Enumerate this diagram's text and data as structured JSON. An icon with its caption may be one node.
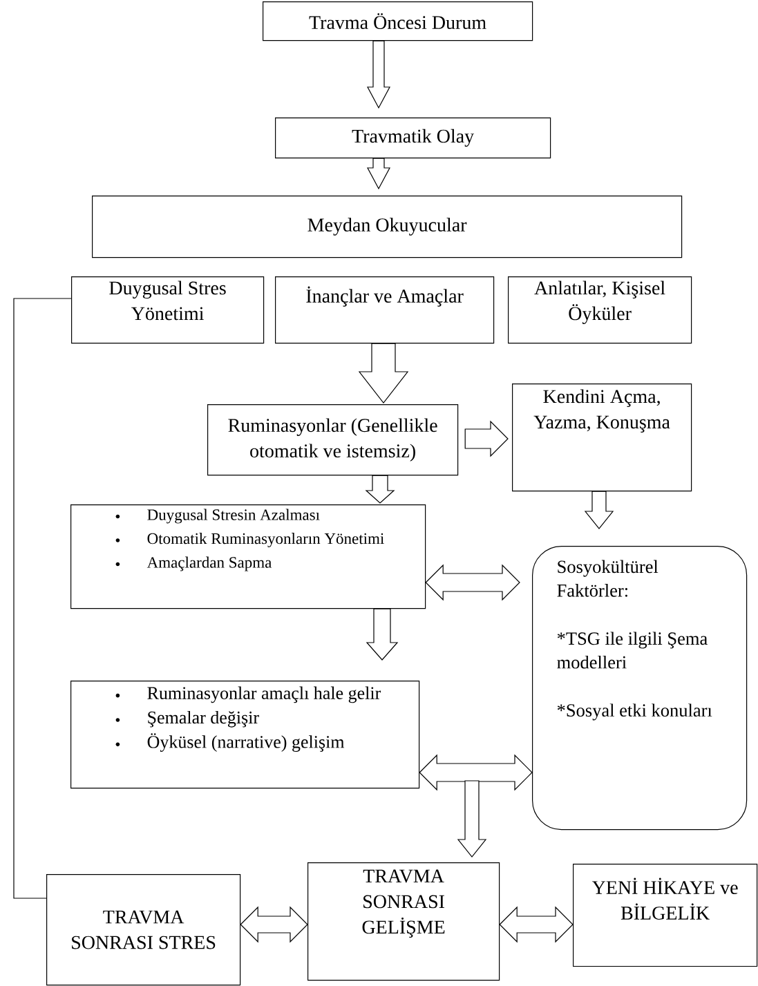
{
  "diagram": {
    "nodes": [
      {
        "text": [
          "Travma Öncesi Durum"
        ]
      },
      {
        "text": [
          "Travmatik Olay"
        ]
      },
      {
        "text": [
          "Meydan Okuyucular"
        ]
      },
      {
        "text": [
          "Duygusal Stres Yönetimi"
        ]
      },
      {
        "text": [
          "İnançlar ve Amaçlar"
        ]
      },
      {
        "text": [
          "Anlatılar, Kişisel Öyküler"
        ]
      },
      {
        "text": [
          "Ruminasyonlar (Genellikle otomatik ve istemsiz)"
        ]
      },
      {
        "text": [
          "Kendini Açma, Yazma, Konuşma"
        ]
      },
      {
        "text": [
          "Duygusal Stresin Azalması",
          "Otomatik Ruminasyonların Yönetimi",
          "Amaçlardan Sapma"
        ]
      },
      {
        "text": [
          "Sosyokültürel Faktörler:",
          "*TSG ile ilgili Şema modelleri",
          "*Sosyal etki konuları"
        ]
      },
      {
        "text": [
          "Ruminasyonlar amaçlı hale gelir",
          "Şemalar değişir",
          "Öyküsel (narrative) gelişim"
        ]
      },
      {
        "text": [
          "TRAVMA SONRASI STRES"
        ]
      },
      {
        "text": [
          "TRAVMA SONRASI GELİŞME"
        ]
      },
      {
        "text": [
          "YENİ HİKAYE ve BİLGELİK"
        ]
      }
    ],
    "edges": [
      {
        "from": 0,
        "to": 1,
        "arrow": "to"
      },
      {
        "from": 1,
        "to": 2,
        "arrow": "to"
      },
      {
        "from": 4,
        "to": 6,
        "arrow": "to"
      },
      {
        "from": 6,
        "to": 7,
        "arrow": "to"
      },
      {
        "from": 6,
        "to": 8,
        "arrow": "to"
      },
      {
        "from": 7,
        "to": 9,
        "arrow": "to"
      },
      {
        "from": 8,
        "to": 9,
        "arrow": "both"
      },
      {
        "from": 8,
        "to": 10,
        "arrow": "to"
      },
      {
        "from": 10,
        "to": 9,
        "arrow": "both"
      },
      {
        "from": null,
        "to": 12,
        "arrow": "to"
      },
      {
        "from": 11,
        "to": 12,
        "arrow": "both"
      },
      {
        "from": 12,
        "to": 13,
        "arrow": "both"
      },
      {
        "from": 3,
        "to": 11,
        "arrow": "none"
      }
    ]
  }
}
